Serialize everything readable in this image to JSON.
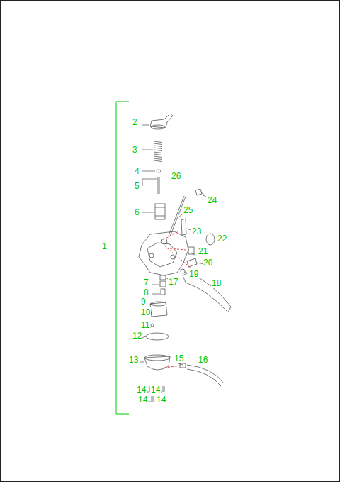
{
  "diagram": {
    "labels": [
      "1",
      "2",
      "3",
      "4",
      "26",
      "5",
      "6",
      "24",
      "25",
      "23",
      "22",
      "21",
      "20",
      "19",
      "17",
      "18",
      "7",
      "8",
      "9",
      "10",
      "11",
      "12",
      "13",
      "15",
      "16",
      "14",
      "14",
      "14",
      "14"
    ]
  }
}
